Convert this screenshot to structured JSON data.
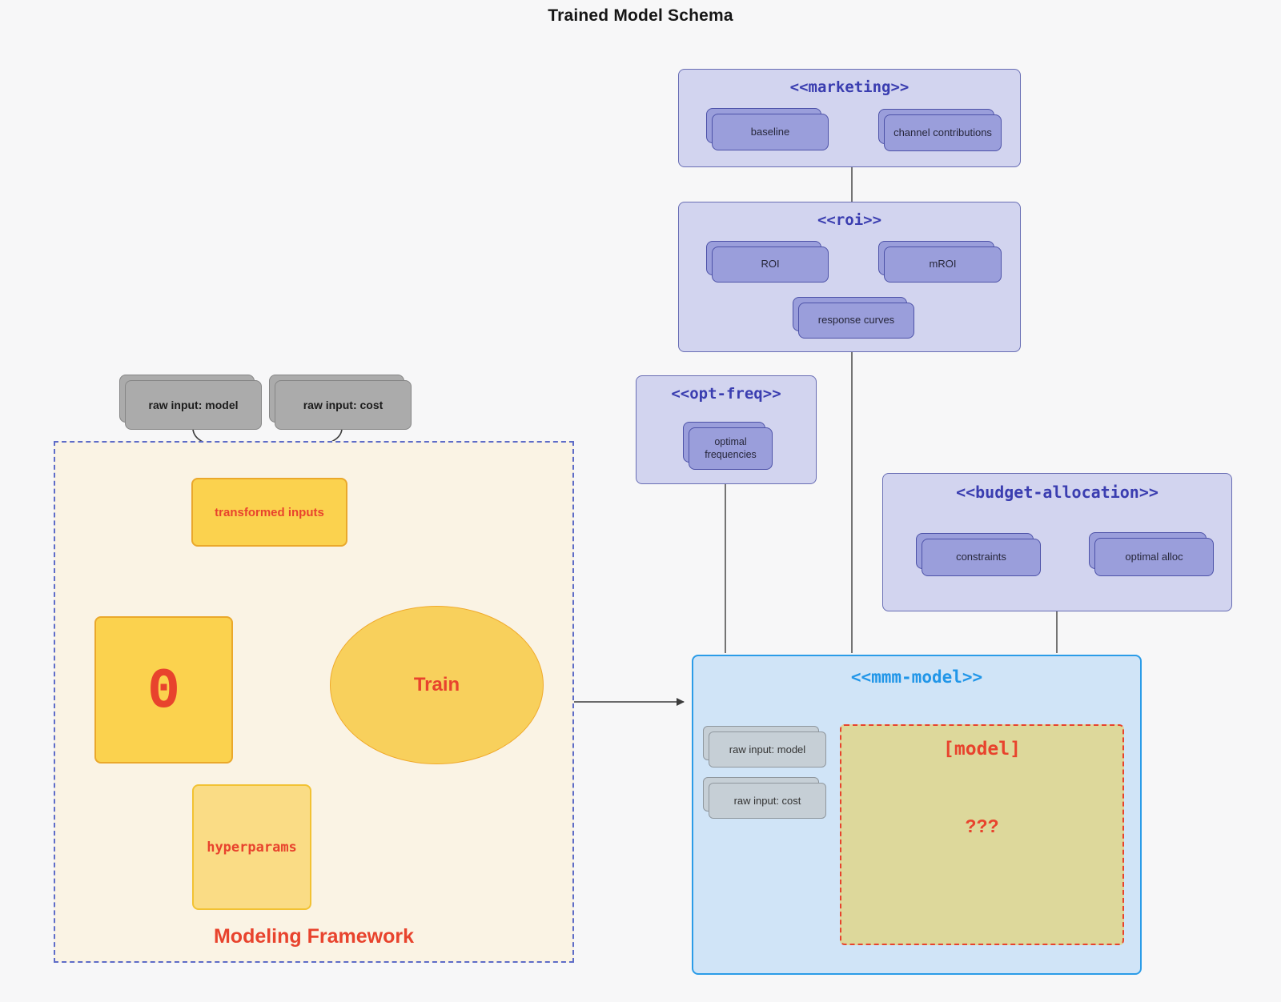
{
  "title": "Trained Model Schema",
  "marketing": {
    "title": "<<marketing>>",
    "baseline": "baseline",
    "channel_contributions": "channel contributions"
  },
  "roi": {
    "title": "<<roi>>",
    "roi": "ROI",
    "mroi": "mROI",
    "response_curves": "response curves"
  },
  "opt_freq": {
    "title": "<<opt-freq>>",
    "optimal_frequencies": "optimal frequencies"
  },
  "budget_allocation": {
    "title": "<<budget-allocation>>",
    "constraints": "constraints",
    "optimal_alloc": "optimal alloc"
  },
  "mmm_model": {
    "title": "<<mmm-model>>",
    "raw_input_model": "raw input: model",
    "raw_input_cost": "raw input: cost",
    "model_placeholder": "[model]",
    "unknown": "???"
  },
  "framework": {
    "label": "Modeling Framework",
    "transformed_inputs": "transformed inputs",
    "theta": "Θ",
    "train": "Train",
    "hyperparams": "hyperparams"
  },
  "raw_inputs": {
    "model": "raw input: model",
    "cost": "raw input: cost"
  },
  "colors": {
    "page_background": "#f7f7f8",
    "lavender_group_fill": "#d2d4ef",
    "lavender_group_border": "#686db4",
    "purple_node_fill": "#9a9edb",
    "purple_node_border": "#4d52a8",
    "indigo_title": "#3a3db0",
    "mmm_fill": "#d0e4f7",
    "mmm_border": "#2b9ce8",
    "mmm_title": "#2196e8",
    "model_dashed_fill": "#ddd89b",
    "accent_red": "#e8432d",
    "framework_fill": "#faf3e4",
    "framework_border": "#5e6cc8",
    "yellow_fill": "#fbd24e",
    "yellow_border": "#eaa82b",
    "light_yellow_fill": "#fadc85",
    "train_fill": "#f8d05c",
    "gray_node_fill": "#ababab",
    "inner_gray_fill": "#c6cfd6",
    "wire_dark": "#3c3c3c"
  }
}
